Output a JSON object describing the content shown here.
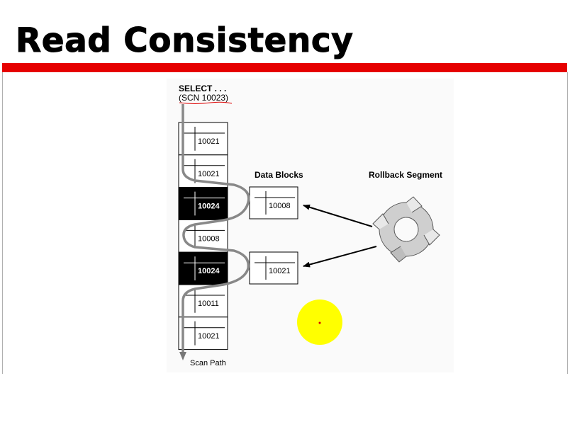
{
  "slide": {
    "title": "Read Consistency",
    "accent_color": "#e60000",
    "pointer_color": "#ffff00"
  },
  "diagram": {
    "query_line1": "SELECT . . .",
    "query_line2": "(SCN 10023)",
    "data_blocks_label": "Data Blocks",
    "rollback_label": "Rollback Segment",
    "scan_path_label": "Scan Path",
    "column_blocks": [
      {
        "scn": "10021",
        "highlighted": false
      },
      {
        "scn": "10021",
        "highlighted": false
      },
      {
        "scn": "10024",
        "highlighted": true
      },
      {
        "scn": "10008",
        "highlighted": false
      },
      {
        "scn": "10024",
        "highlighted": true
      },
      {
        "scn": "10011",
        "highlighted": false
      },
      {
        "scn": "10021",
        "highlighted": false
      }
    ],
    "side_blocks": [
      {
        "scn": "10008"
      },
      {
        "scn": "10021"
      }
    ]
  }
}
